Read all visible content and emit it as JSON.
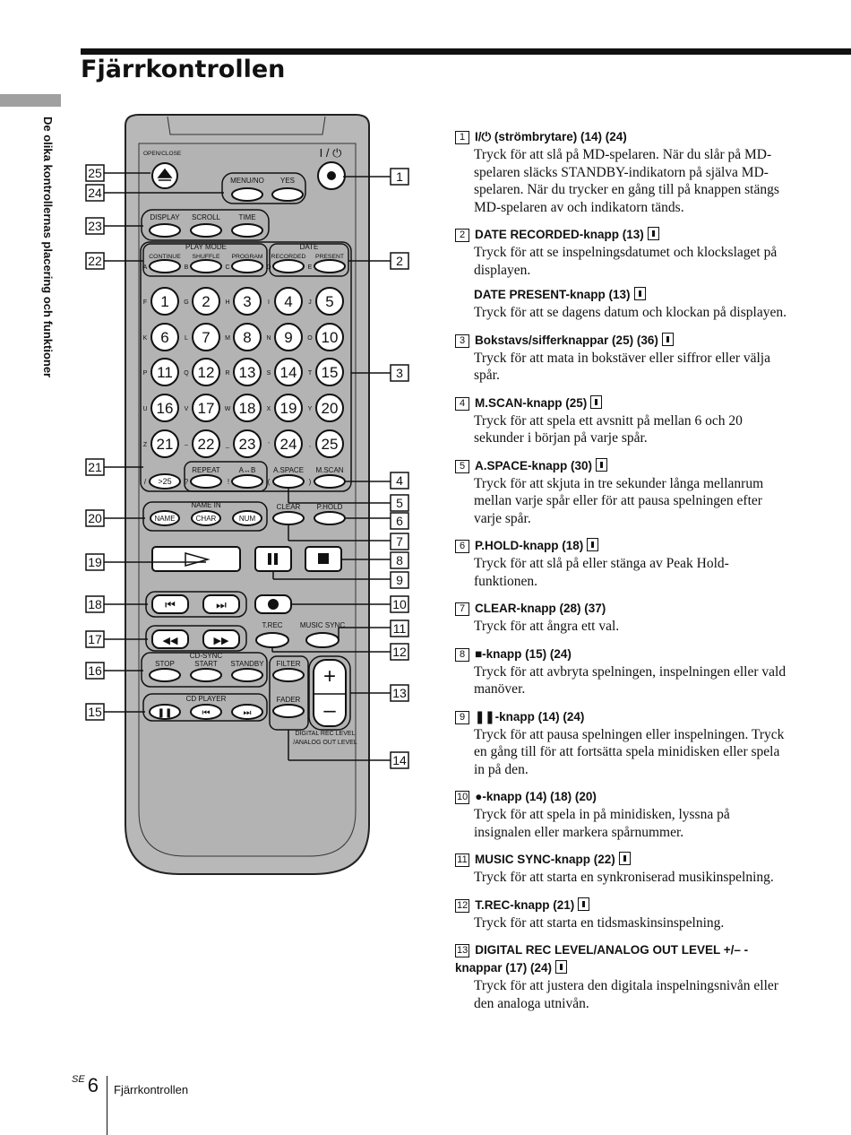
{
  "page": {
    "title": "Fjärrkontrollen",
    "side_heading": "De olika kontrollernas placering och funktioner",
    "footer": {
      "lang": "SE",
      "number": "6",
      "section": "Fjärrkontrollen"
    }
  },
  "remote": {
    "labels": {
      "open_close": "OPEN/CLOSE",
      "menu_no": "MENU/NO",
      "yes": "YES",
      "display": "DISPLAY",
      "scroll": "SCROLL",
      "time": "TIME",
      "play_mode": "PLAY MODE",
      "continue": "CONTINUE",
      "shuffle": "SHUFFLE",
      "program": "PROGRAM",
      "date": "DATE",
      "recorded": "RECORDED",
      "present": "PRESENT",
      "repeat": "REPEAT",
      "ab": "A↔B",
      "a_space": "A.SPACE",
      "m_scan": "M.SCAN",
      "gt25": ">25",
      "name_in": "NAME IN",
      "name": "NAME",
      "char": "CHAR",
      "num": "NUM",
      "clear": "CLEAR",
      "p_hold": "P.HOLD",
      "t_rec": "T.REC",
      "music_sync": "MUSIC SYNC",
      "cd_sync": "CD-SYNC",
      "stop": "STOP",
      "start": "START",
      "standby": "STANDBY",
      "filter": "FILTER",
      "fader": "FADER",
      "cd_player": "CD PLAYER",
      "digital_rec_level": "DIGITAL REC LEVEL",
      "analog_out_level": "/ANALOG OUT LEVEL",
      "power": "I / ⏻"
    },
    "mode_letters": [
      "A",
      "B",
      "C",
      "D",
      "E"
    ],
    "digit_keys": [
      {
        "letter": "F",
        "digit": "1"
      },
      {
        "letter": "G",
        "digit": "2"
      },
      {
        "letter": "H",
        "digit": "3"
      },
      {
        "letter": "I",
        "digit": "4"
      },
      {
        "letter": "J",
        "digit": "5"
      },
      {
        "letter": "K",
        "digit": "6"
      },
      {
        "letter": "L",
        "digit": "7"
      },
      {
        "letter": "M",
        "digit": "8"
      },
      {
        "letter": "N",
        "digit": "9"
      },
      {
        "letter": "O",
        "digit": "10"
      },
      {
        "letter": "P",
        "digit": "11"
      },
      {
        "letter": "Q",
        "digit": "12"
      },
      {
        "letter": "R",
        "digit": "13"
      },
      {
        "letter": "S",
        "digit": "14"
      },
      {
        "letter": "T",
        "digit": "15"
      },
      {
        "letter": "U",
        "digit": "16"
      },
      {
        "letter": "V",
        "digit": "17"
      },
      {
        "letter": "W",
        "digit": "18"
      },
      {
        "letter": "X",
        "digit": "19"
      },
      {
        "letter": "Y",
        "digit": "20"
      },
      {
        "letter": "Z",
        "digit": "21"
      },
      {
        "letter": "–",
        "digit": "22"
      },
      {
        "letter": "_",
        "digit": "23"
      },
      {
        "letter": "'",
        "digit": "24"
      },
      {
        "letter": ",",
        "digit": "25"
      }
    ],
    "small_chars": [
      "/",
      "?",
      "!",
      "(",
      ")"
    ],
    "callouts_right": [
      "1",
      "2",
      "3",
      "4",
      "5",
      "6",
      "7",
      "8",
      "9",
      "10",
      "11",
      "12",
      "13",
      "14"
    ],
    "callouts_left": [
      "25",
      "24",
      "23",
      "22",
      "21",
      "20",
      "19",
      "18",
      "17",
      "16",
      "15"
    ]
  },
  "items": [
    {
      "num": "1",
      "head": "I/⏻ (strömbrytare) (14) (24)",
      "tag": false,
      "desc": "Tryck för att slå på MD-spelaren. När du slår på MD-spelaren släcks STANDBY-indikatorn på själva MD-spelaren. När du trycker en gång till på knappen stängs MD-spelaren av och indikatorn tänds."
    },
    {
      "num": "2",
      "head": "DATE RECORDED-knapp (13)",
      "tag": true,
      "desc": "Tryck för att se inspelningsdatumet och klockslaget på displayen.",
      "sub_head": "DATE PRESENT-knapp (13)",
      "sub_desc": "Tryck för att se dagens datum och klockan på displayen."
    },
    {
      "num": "3",
      "head": "Bokstavs/sifferknappar (25) (36)",
      "tag": true,
      "desc": "Tryck för att mata in bokstäver eller siffror eller välja spår."
    },
    {
      "num": "4",
      "head": "M.SCAN-knapp (25)",
      "tag": true,
      "desc": "Tryck för att spela ett avsnitt på mellan 6 och 20 sekunder i början på varje spår."
    },
    {
      "num": "5",
      "head": "A.SPACE-knapp (30)",
      "tag": true,
      "desc": "Tryck för att skjuta in tre sekunder långa mellanrum mellan varje spår eller för att pausa spelningen efter varje spår."
    },
    {
      "num": "6",
      "head": "P.HOLD-knapp (18)",
      "tag": true,
      "desc": "Tryck för att slå på eller stänga av Peak Hold-funktionen."
    },
    {
      "num": "7",
      "head": "CLEAR-knapp (28) (37)",
      "tag": false,
      "desc": "Tryck för att ångra ett val."
    },
    {
      "num": "8",
      "head": "■-knapp (15) (24)",
      "tag": false,
      "desc": "Tryck för att avbryta spelningen, inspelningen eller vald manöver."
    },
    {
      "num": "9",
      "head": "❚❚-knapp (14) (24)",
      "tag": false,
      "desc": "Tryck för att pausa spelningen eller inspelningen. Tryck en gång till för att fortsätta spela minidisken eller spela in på den."
    },
    {
      "num": "10",
      "head": "●-knapp (14) (18) (20)",
      "tag": false,
      "desc": "Tryck för att spela in på minidisken, lyssna på insignalen eller markera spårnummer."
    },
    {
      "num": "11",
      "head": "MUSIC SYNC-knapp (22)",
      "tag": true,
      "desc": "Tryck för att starta en synkroniserad musikinspelning."
    },
    {
      "num": "12",
      "head": "T.REC-knapp (21)",
      "tag": true,
      "desc": "Tryck för att starta en tidsmaskinsinspelning."
    },
    {
      "num": "13",
      "head": "DIGITAL REC LEVEL/ANALOG OUT LEVEL +/– -knappar (17) (24)",
      "tag": true,
      "desc": "Tryck för att justera den digitala inspelningsnivån eller den analoga utnivån."
    }
  ]
}
